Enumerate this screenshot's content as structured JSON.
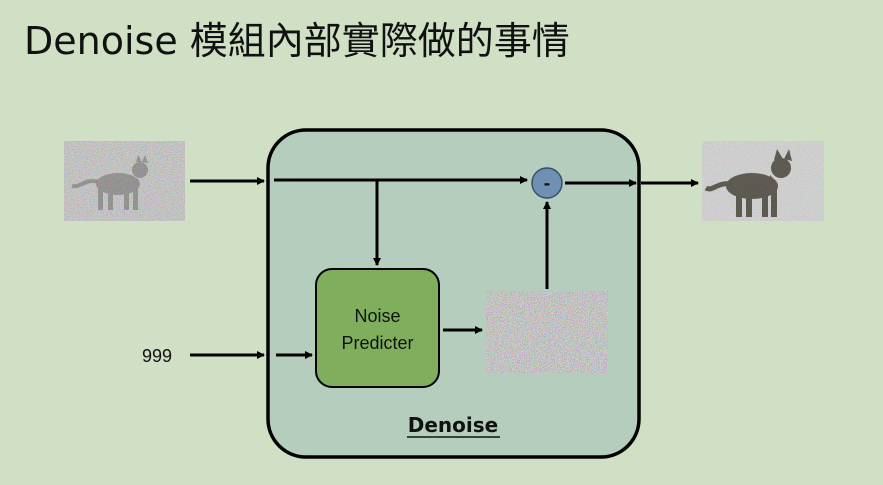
{
  "title": "Denoise 模組內部實際做的事情",
  "diagram": {
    "module_label": "Denoise",
    "predictor_line1": "Noise",
    "predictor_line2": "Predicter",
    "step_input": "999",
    "operator": "-",
    "input_image_icon": "noisy-cat-image",
    "noise_image_icon": "predicted-noise-image",
    "output_image_icon": "less-noisy-cat-image"
  },
  "colors": {
    "background": "#cfe0c4",
    "module_fill": "#b5cdbc",
    "predictor_fill": "#7fae5c",
    "operator_fill": "#6f8fb3"
  }
}
